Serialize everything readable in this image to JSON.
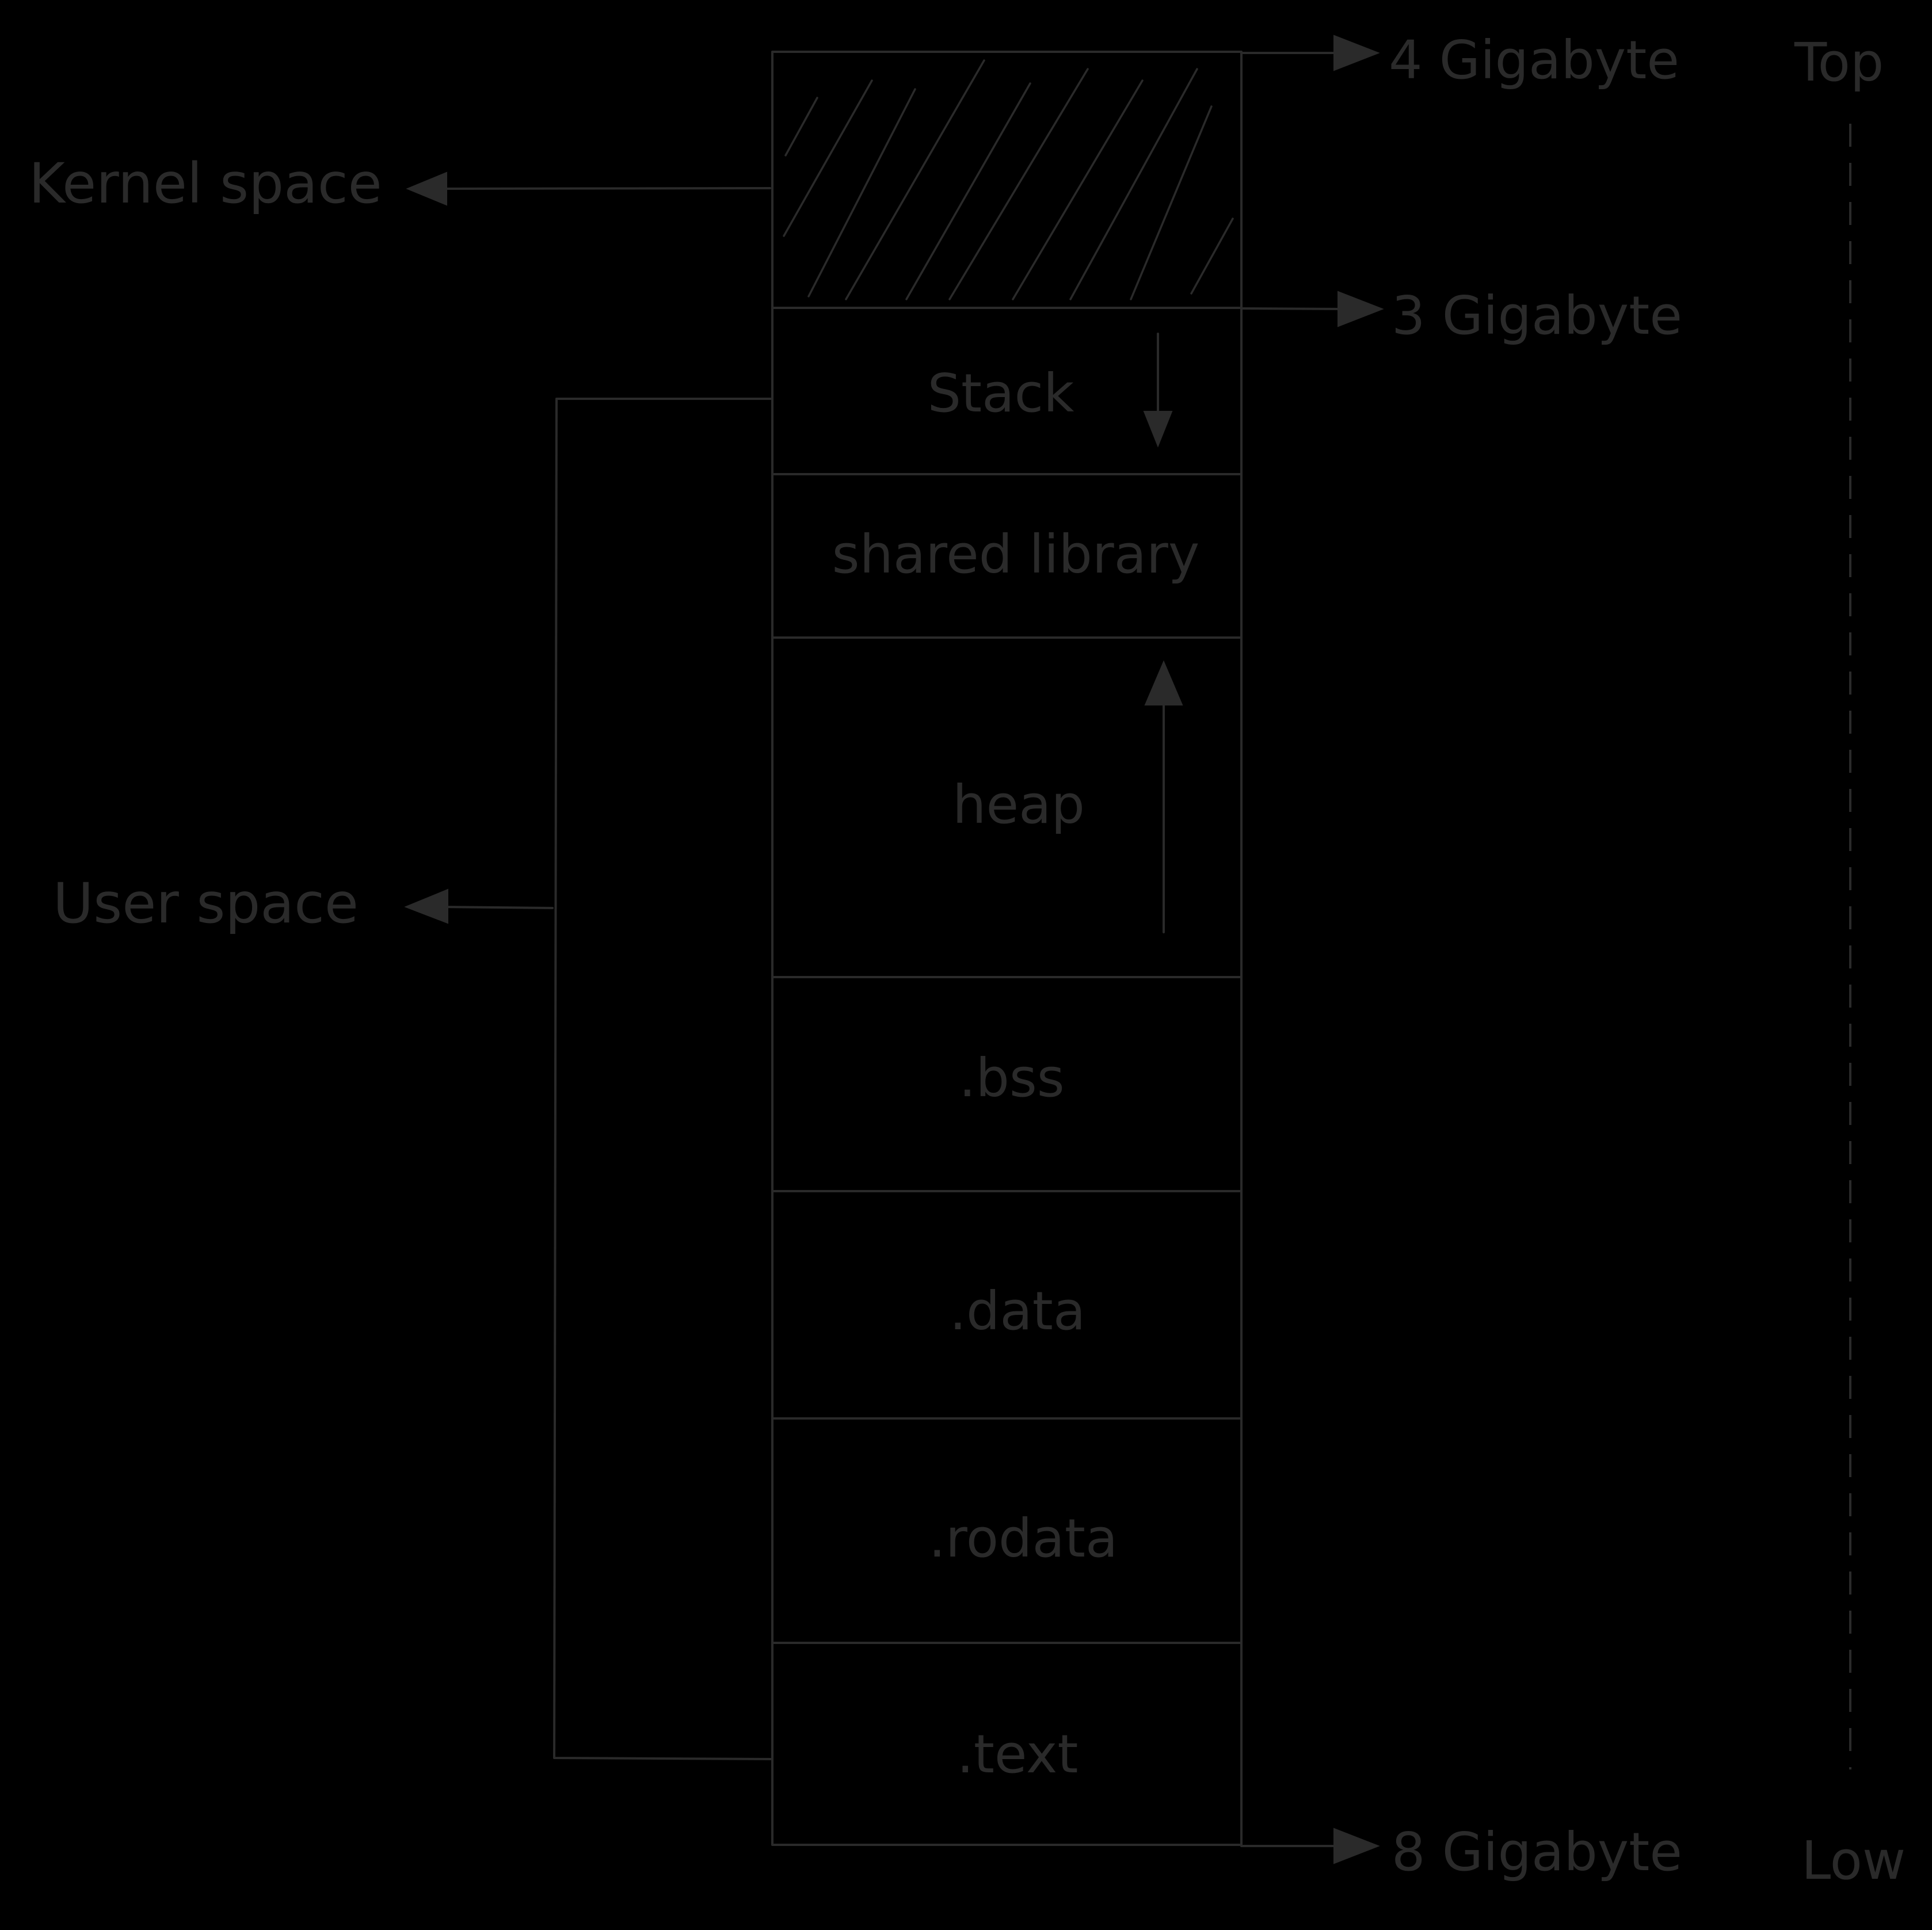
{
  "side_labels": {
    "kernel": "Kernel space",
    "user": "User space"
  },
  "segments": {
    "stack": "Stack",
    "shared_library": "shared library",
    "heap": "heap",
    "bss": ".bss",
    "data": ".data",
    "rodata": ".rodata",
    "text": ".text"
  },
  "addresses": {
    "top": "4 Gigabyte",
    "middle": "3 Gigabyte",
    "bottom": "8 Gigabyte"
  },
  "scale": {
    "top": "Top",
    "low": "Low"
  },
  "colors": {
    "background": "#000000",
    "stroke": "#2a2a2a"
  }
}
